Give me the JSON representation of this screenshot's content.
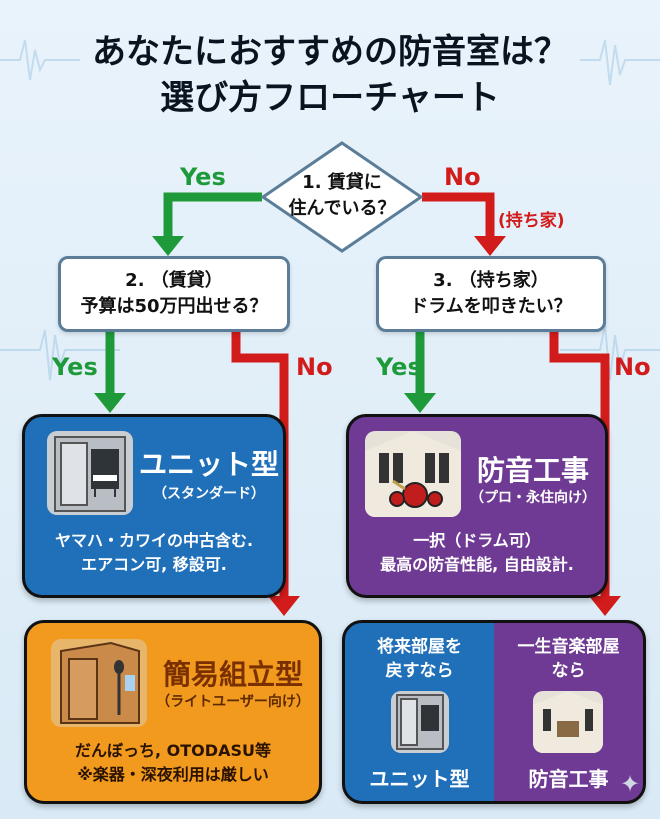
{
  "title": {
    "line1": "あなたにおすすめの防音室は？",
    "line2": "選び方フローチャート"
  },
  "q1": {
    "line1": "1. 賃貸に",
    "line2": "住んでいる？"
  },
  "q2": {
    "line1": "2. （賃貸）",
    "line2": "予算は50万円出せる？"
  },
  "q3": {
    "line1": "3. （持ち家）",
    "line2": "ドラムを叩きたい？"
  },
  "branches": {
    "q1_yes": "Yes",
    "q1_no": "No",
    "q1_no_note": "(持ち家)",
    "q2_yes": "Yes",
    "q2_no": "No",
    "q3_yes": "Yes",
    "q3_no": "No"
  },
  "result_unit": {
    "title": "ユニット型",
    "subtitle": "（スタンダード）",
    "desc1": "ヤマハ・カワイの中古含む.",
    "desc2": "エアコン可, 移設可."
  },
  "result_construction": {
    "title": "防音工事",
    "subtitle": "（プロ・永住向け）",
    "desc1": "一択（ドラム可）",
    "desc2": "最高の防音性能, 自由設計."
  },
  "result_simple": {
    "title": "簡易組立型",
    "subtitle": "（ライトユーザー向け）",
    "desc1": "だんぼっち, OTODASU等",
    "desc2": "※楽器・深夜利用は厳しい"
  },
  "result_split": {
    "left_line1": "将来部屋を",
    "left_line2": "戻すなら",
    "left_title": "ユニット型",
    "right_line1": "一生音楽部屋",
    "right_line2": "なら",
    "right_title": "防音工事"
  },
  "colors": {
    "yes": "#1f9a3a",
    "no": "#d21b1b",
    "blue": "#1f6fb9",
    "purple": "#6f3a93",
    "orange": "#f29a1e"
  }
}
